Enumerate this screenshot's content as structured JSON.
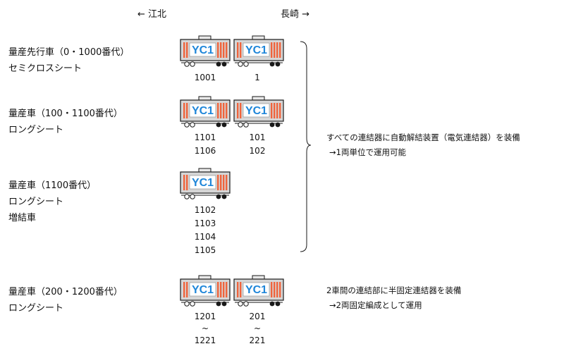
{
  "direction": {
    "left": "← 江北",
    "right": "長崎 →"
  },
  "car_logo": "YC1",
  "colors": {
    "car_body": "#d6d6d6",
    "stripe": "#f0643c",
    "logo_text": "#1f86d9",
    "logo_bg": "#ffffff",
    "outline": "#1a1a1a",
    "pantograph": "#e8e8e8"
  },
  "groups": [
    {
      "label_lines": [
        "量産先行車（0・1000番代）",
        "セミクロスシート"
      ],
      "cars": 2,
      "left_numbers": [
        "1001"
      ],
      "right_numbers": [
        "1"
      ]
    },
    {
      "label_lines": [
        "量産車（100・1100番代）",
        "ロングシート"
      ],
      "cars": 2,
      "left_numbers": [
        "1101",
        "1106"
      ],
      "right_numbers": [
        "101",
        "102"
      ]
    },
    {
      "label_lines": [
        "量産車（1100番代）",
        "ロングシート",
        "増結車"
      ],
      "cars": 1,
      "left_numbers": [
        "1102",
        "1103",
        "1104",
        "1105"
      ],
      "right_numbers": []
    },
    {
      "label_lines": [
        "量産車（200・1200番代）",
        "ロングシート"
      ],
      "cars": 2,
      "left_numbers": [
        "1201",
        "~",
        "1221"
      ],
      "right_numbers": [
        "201",
        "~",
        "221"
      ]
    }
  ],
  "notes": {
    "brace": [
      "すべての連結器に自動解結装置（電気連結器）を装備",
      "→1両単位で運用可能"
    ],
    "group4": [
      "2車間の連結部に半固定連結器を装備",
      "→2両固定編成として運用"
    ]
  }
}
